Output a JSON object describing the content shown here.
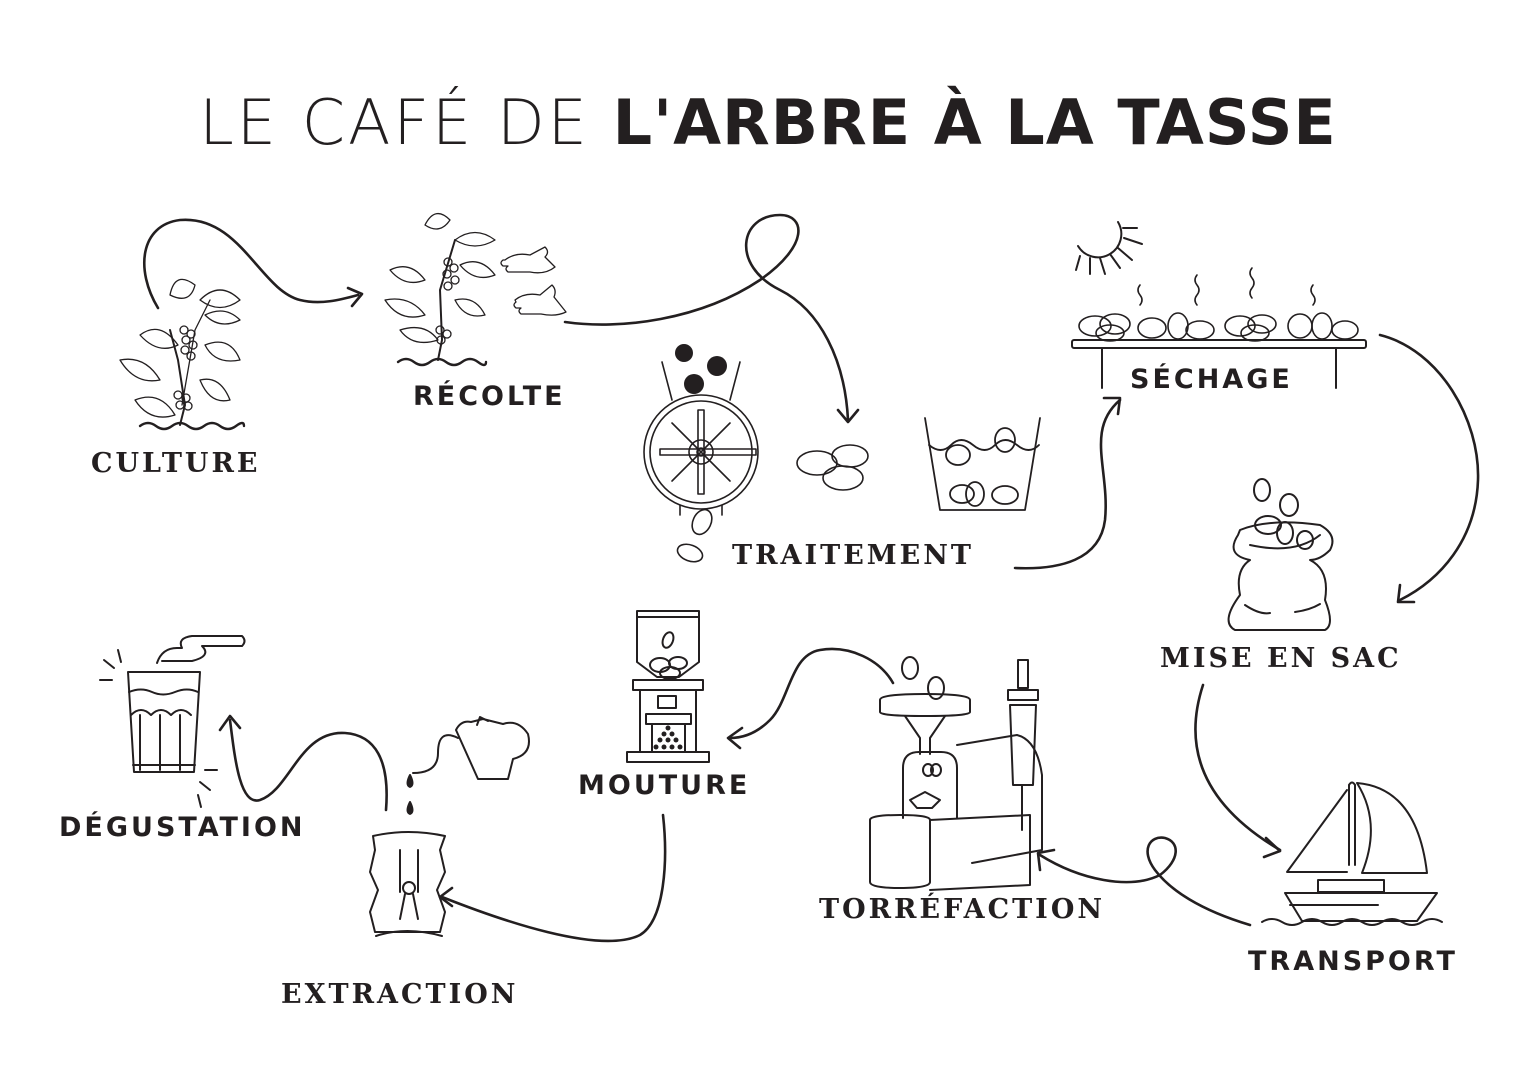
{
  "title": {
    "light": "LE CAFÉ DE",
    "bold": "L'ARBRE À LA TASSE"
  },
  "steps": [
    {
      "id": "culture",
      "label": "CULTURE",
      "icon": "coffee-plant-icon"
    },
    {
      "id": "recolte",
      "label": "RÉCOLTE",
      "icon": "coffee-plant-hands-icon"
    },
    {
      "id": "traitement",
      "label": "TRAITEMENT",
      "icon": "depulper-wheel-icon"
    },
    {
      "id": "sechage",
      "label": "SÉCHAGE",
      "icon": "drying-table-sun-icon"
    },
    {
      "id": "mise_en_sac",
      "label": "MISE EN SAC",
      "icon": "coffee-sack-icon"
    },
    {
      "id": "transport",
      "label": "TRANSPORT",
      "icon": "sailboat-icon"
    },
    {
      "id": "torrefaction",
      "label": "TORRÉFACTION",
      "icon": "roaster-icon"
    },
    {
      "id": "mouture",
      "label": "MOUTURE",
      "icon": "grinder-icon"
    },
    {
      "id": "extraction",
      "label": "EXTRACTION",
      "icon": "chemex-kettle-icon"
    },
    {
      "id": "degustation",
      "label": "DÉGUSTATION",
      "icon": "glass-cup-icon"
    }
  ],
  "colors": {
    "ink": "#231f20",
    "background": "#ffffff"
  }
}
